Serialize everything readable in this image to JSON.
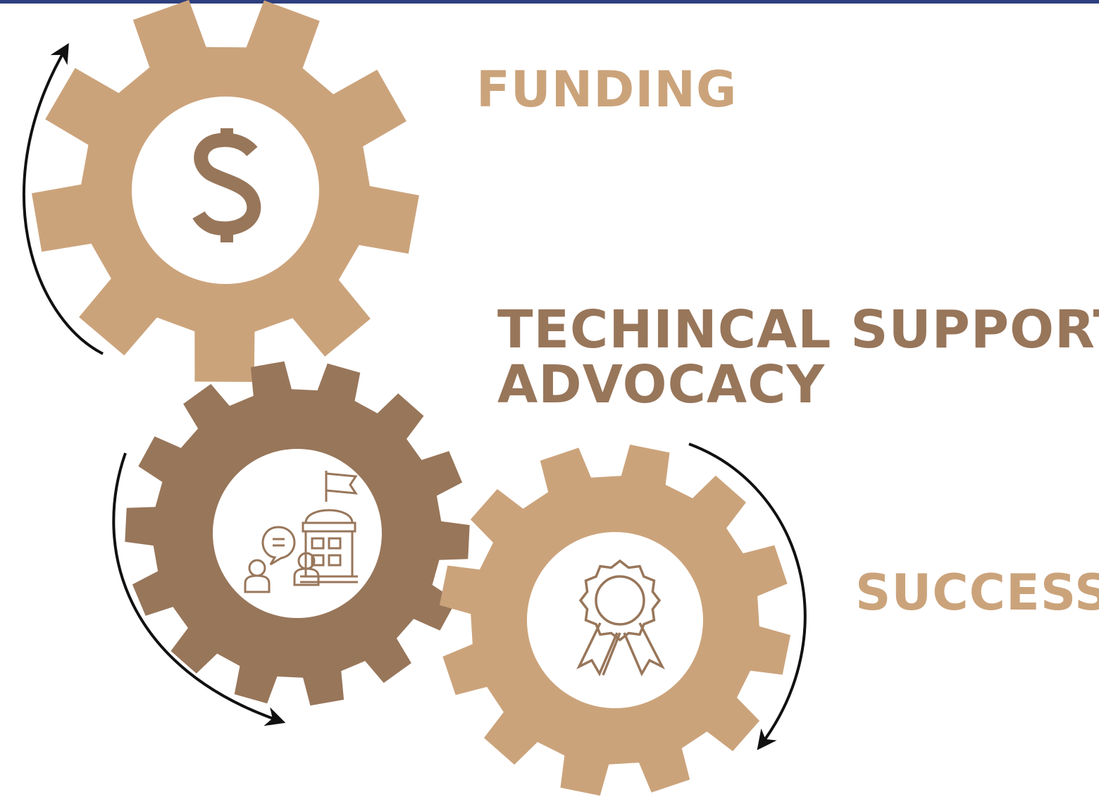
{
  "labels": {
    "funding": "FUNDING",
    "tech_line1": "TECHINCAL SUPPORT/",
    "tech_line2": "ADVOCACY",
    "success": "SUCCESS"
  },
  "icons": {
    "funding": "dollar-sign-icon",
    "tech": "people-government-building-icon",
    "success": "award-ribbon-icon"
  },
  "colors": {
    "light_tan": "#cba37b",
    "dark_brown": "#98765a",
    "top_bar": "#2e3f7f",
    "arrow": "#111111",
    "background": "#ffffff"
  }
}
